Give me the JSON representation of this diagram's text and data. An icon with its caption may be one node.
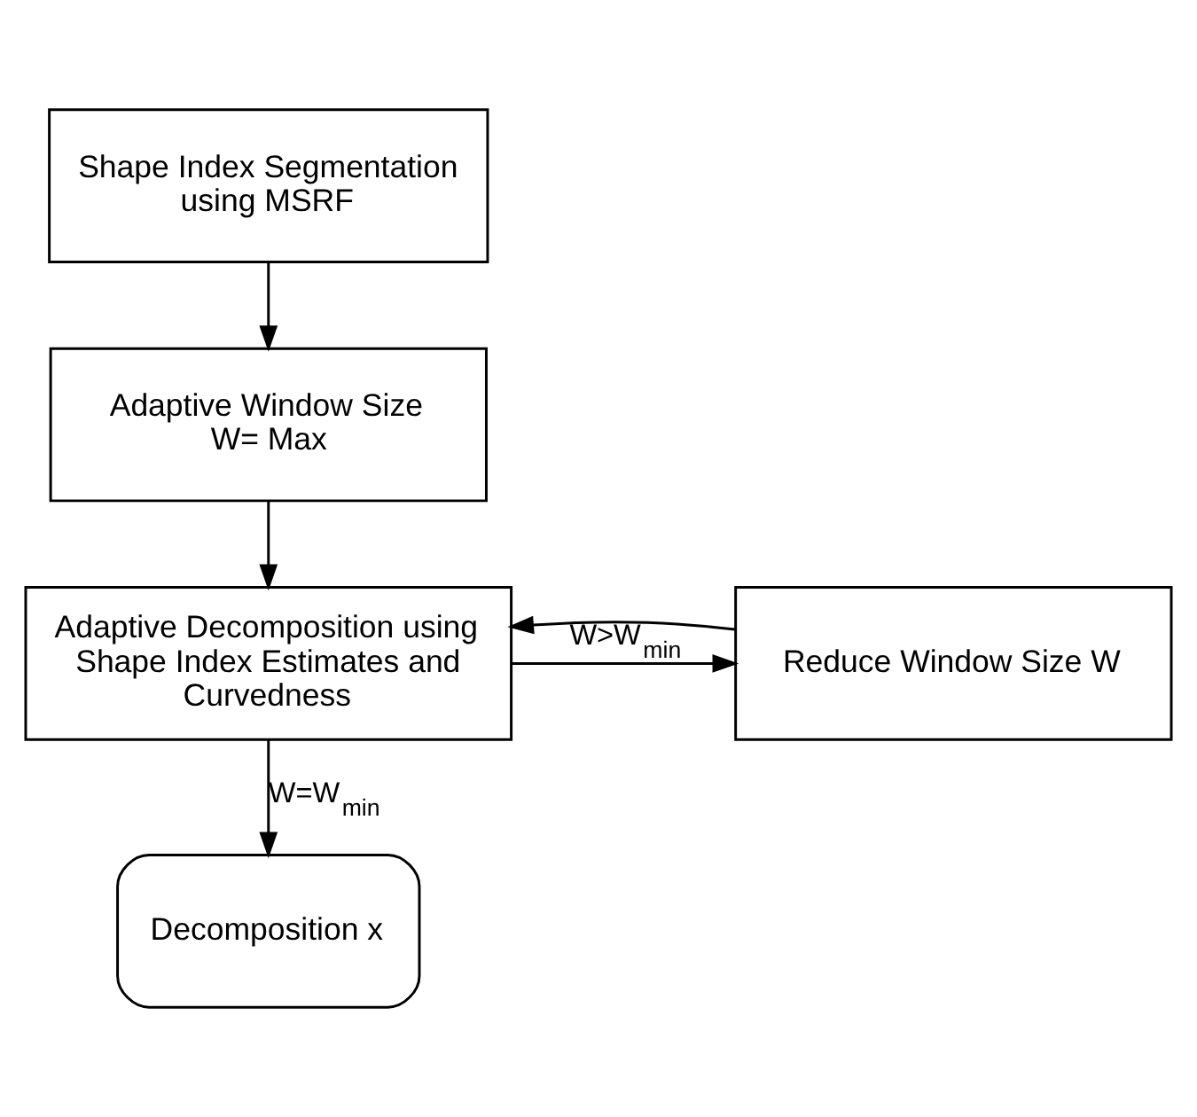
{
  "diagram": {
    "nodes": [
      {
        "text": [
          "Shape Index Segmentation using MSRF"
        ]
      },
      {
        "text": [
          "Adaptive Window Size W= Max"
        ]
      },
      {
        "text": [
          "Reduce Window Size W"
        ]
      },
      {
        "text": [
          "Adaptive Decomposition using Shape Index Estimates and Curvedness"
        ]
      },
      {
        "text": [
          "Decomposition x"
        ]
      }
    ],
    "edges": [
      {
        "from": 0,
        "to": 1,
        "arrow": "to"
      },
      {
        "from": 1,
        "to": 3,
        "arrow": "to"
      },
      {
        "from": 2,
        "to": 3,
        "arrow": "to"
      },
      {
        "from": 3,
        "to": 2,
        "arrow": "to",
        "label": "W>W$_{min}$"
      },
      {
        "from": 3,
        "to": 4,
        "arrow": "to",
        "label": "W=W$_{min}$"
      }
    ]
  }
}
